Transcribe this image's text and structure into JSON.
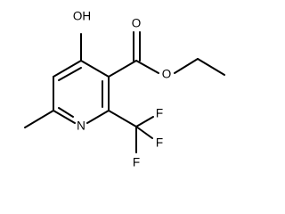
{
  "molecule": {
    "atoms": {
      "hydroxyl": "OH",
      "carbonyl_oxygen": "O",
      "ester_oxygen": "O",
      "ring_nitrogen": "N",
      "fluorine_top": "F",
      "fluorine_right": "F",
      "fluorine_bottom": "F"
    }
  },
  "colors": {
    "bond": "#000000",
    "label": "#000000",
    "background": "#ffffff"
  }
}
